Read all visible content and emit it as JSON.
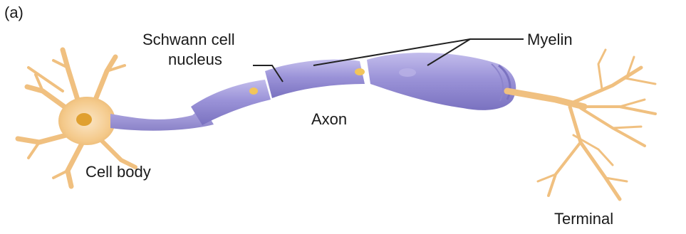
{
  "panel_label": "(a)",
  "labels": {
    "schwann_line1": "Schwann cell",
    "schwann_line2": "nucleus",
    "myelin": "Myelin",
    "axon": "Axon",
    "cell_body": "Cell body",
    "terminal": "Terminal"
  },
  "colors": {
    "cell_body": "#f4c98a",
    "cell_body_light": "#fbe6c6",
    "nucleus": "#e0a030",
    "myelin": "#9b93d8",
    "myelin_dark": "#7a72c0",
    "myelin_light": "#c3bdec",
    "schwann_nucleus": "#f2c55a",
    "leader_line": "#222222"
  }
}
